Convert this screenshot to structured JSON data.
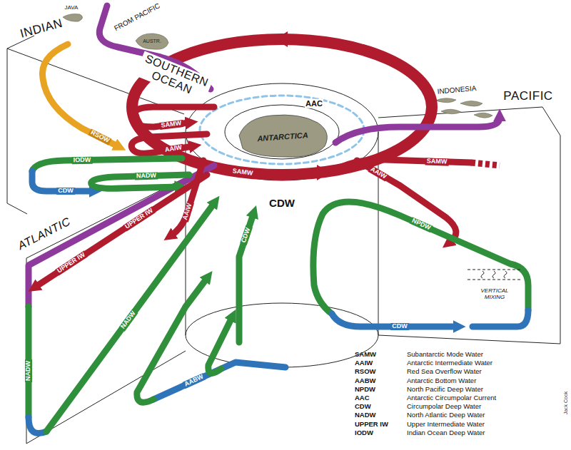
{
  "diagram": {
    "labels": [
      "JAVA",
      "FROM PACIFIC",
      "INDIAN",
      "AUSTR.",
      "SOUTHERN OCEAN",
      "INDONESIA",
      "PACIFIC",
      "AAC",
      "ANTARCTICA",
      "SAMW",
      "RSOW",
      "AAIW",
      "IODW",
      "SAMW",
      "AAIW",
      "NADW",
      "SAMW",
      "CDW",
      "CDW",
      "AAIW",
      "NPDW",
      "UPPER IW",
      "CDW",
      "ATLANTIC",
      "UPPER IW",
      "VERTICAL MIXING",
      "NADW",
      "CDW",
      "NADW",
      "AABW",
      "Jack Cook",
      "SAMW",
      "Subantarctic Mode Water",
      "AAIW",
      "Antarctic Intermediate Water",
      "RSOW",
      "Red Sea Overflow Water",
      "AABW",
      "Antarctic Bottom Water",
      "NPDW",
      "North Pacific Deep Water",
      "AAC",
      "Antarctic Circumpolar Current",
      "CDW",
      "Circumpolar Deep Water",
      "NADW",
      "North Atlantic Deep Water",
      "UPPER IW",
      "Upper Intermediate Water",
      "IODW",
      "Indian Ocean Deep Water"
    ]
  }
}
